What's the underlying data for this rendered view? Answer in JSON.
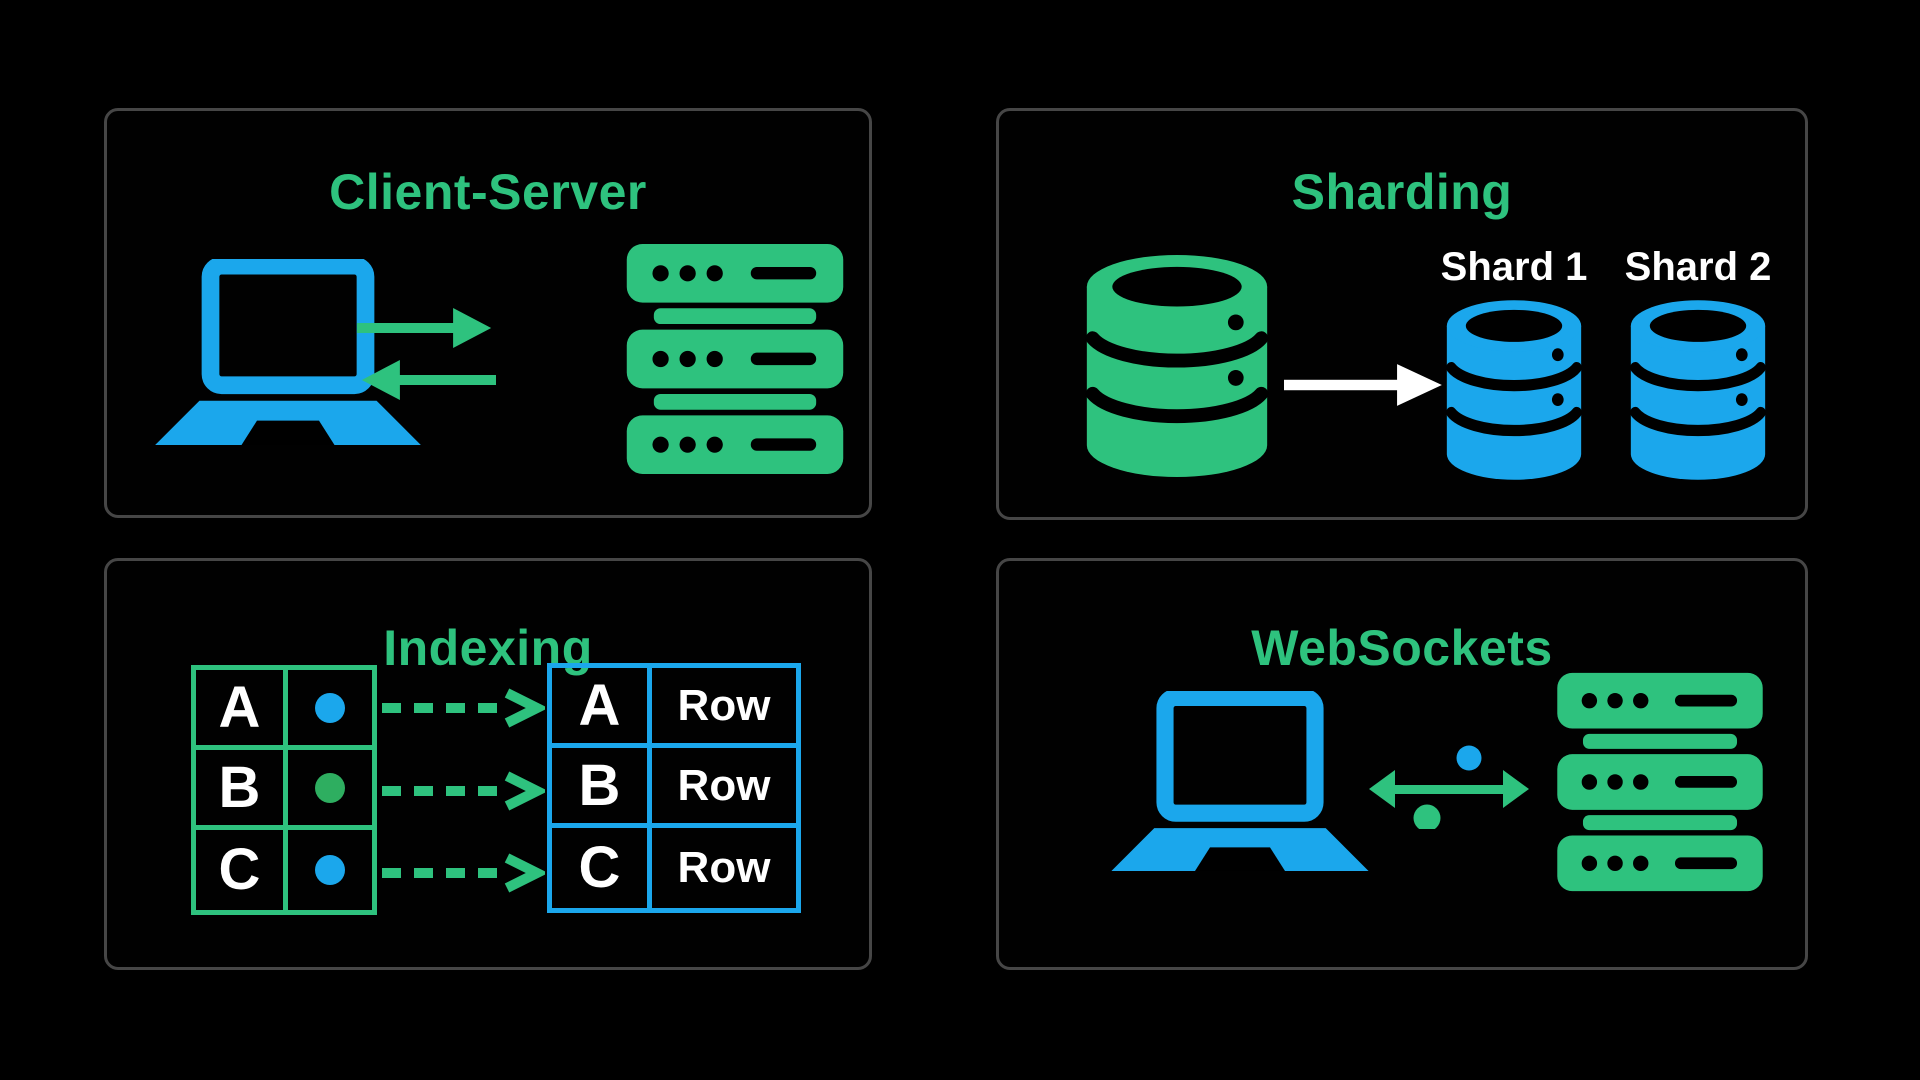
{
  "page": {
    "background": "#000000"
  },
  "colors": {
    "green": "#2EC27E",
    "blue": "#1BA7EC",
    "white": "#FFFFFF",
    "dot-green": "#2EAE60",
    "panel-border": "#464646"
  },
  "panels": {
    "client_server": {
      "title": "Client-Server",
      "icons": {
        "client": "laptop-icon",
        "request": "arrow-right-icon",
        "response": "arrow-left-icon",
        "server": "server-stack-icon"
      }
    },
    "sharding": {
      "title": "Sharding",
      "shards": [
        {
          "label": "Shard 1"
        },
        {
          "label": "Shard 2"
        }
      ],
      "icons": {
        "source": "database-icon",
        "flow": "arrow-right-white-icon",
        "shard": "shard-database-icon"
      }
    },
    "indexing": {
      "title": "Indexing",
      "index_table": {
        "rows": [
          {
            "key": "A",
            "dot_color": "#1BA7EC"
          },
          {
            "key": "B",
            "dot_color": "#2EAE60"
          },
          {
            "key": "C",
            "dot_color": "#1BA7EC"
          }
        ]
      },
      "data_table": {
        "rows": [
          {
            "key": "A",
            "value": "Row"
          },
          {
            "key": "B",
            "value": "Row"
          },
          {
            "key": "C",
            "value": "Row"
          }
        ]
      },
      "icons": {
        "link": "dashed-arrow-icon"
      }
    },
    "websockets": {
      "title": "WebSockets",
      "icons": {
        "client": "laptop-icon",
        "duplex": "bidirectional-arrow-icon",
        "server": "server-stack-icon"
      }
    }
  }
}
